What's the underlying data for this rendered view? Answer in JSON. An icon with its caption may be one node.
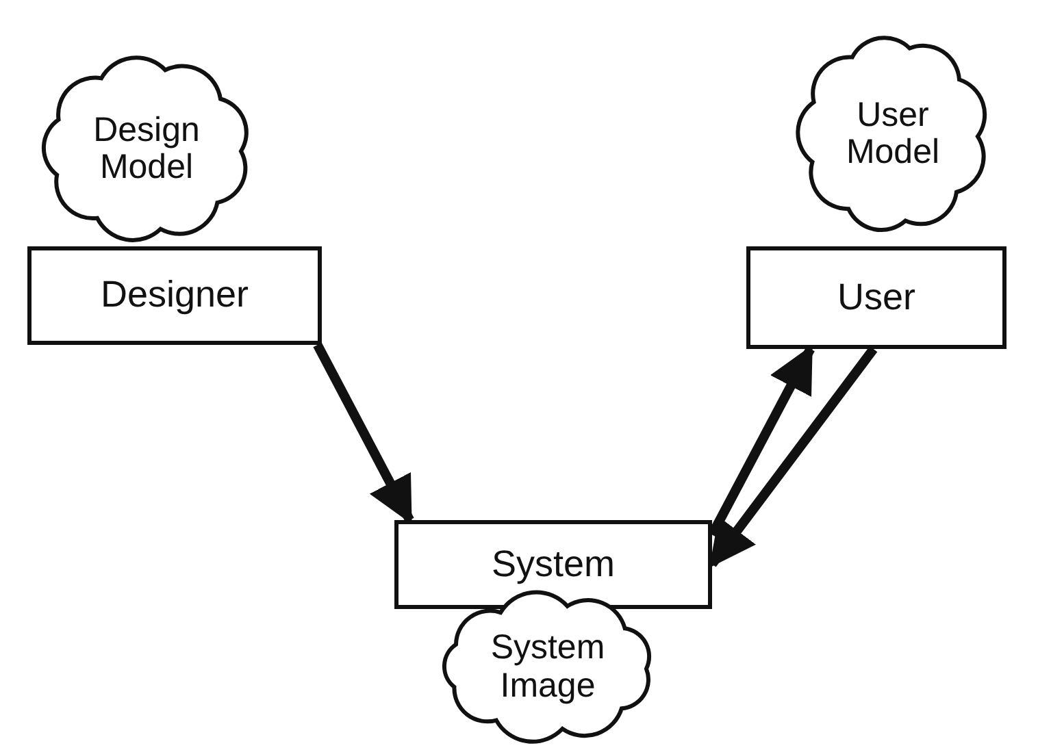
{
  "diagram": {
    "nodes": [
      {
        "text": [
          "Design Model"
        ]
      },
      {
        "text": [
          "Designer"
        ]
      },
      {
        "text": [
          "User Model"
        ]
      },
      {
        "text": [
          "User"
        ]
      },
      {
        "text": [
          "System"
        ]
      },
      {
        "text": [
          "System Image"
        ]
      }
    ],
    "edges": [
      {
        "from": 1,
        "to": 4,
        "arrow": "to"
      },
      {
        "from": 4,
        "to": 3,
        "arrow": "to"
      },
      {
        "from": 3,
        "to": 4,
        "arrow": "to"
      }
    ]
  }
}
